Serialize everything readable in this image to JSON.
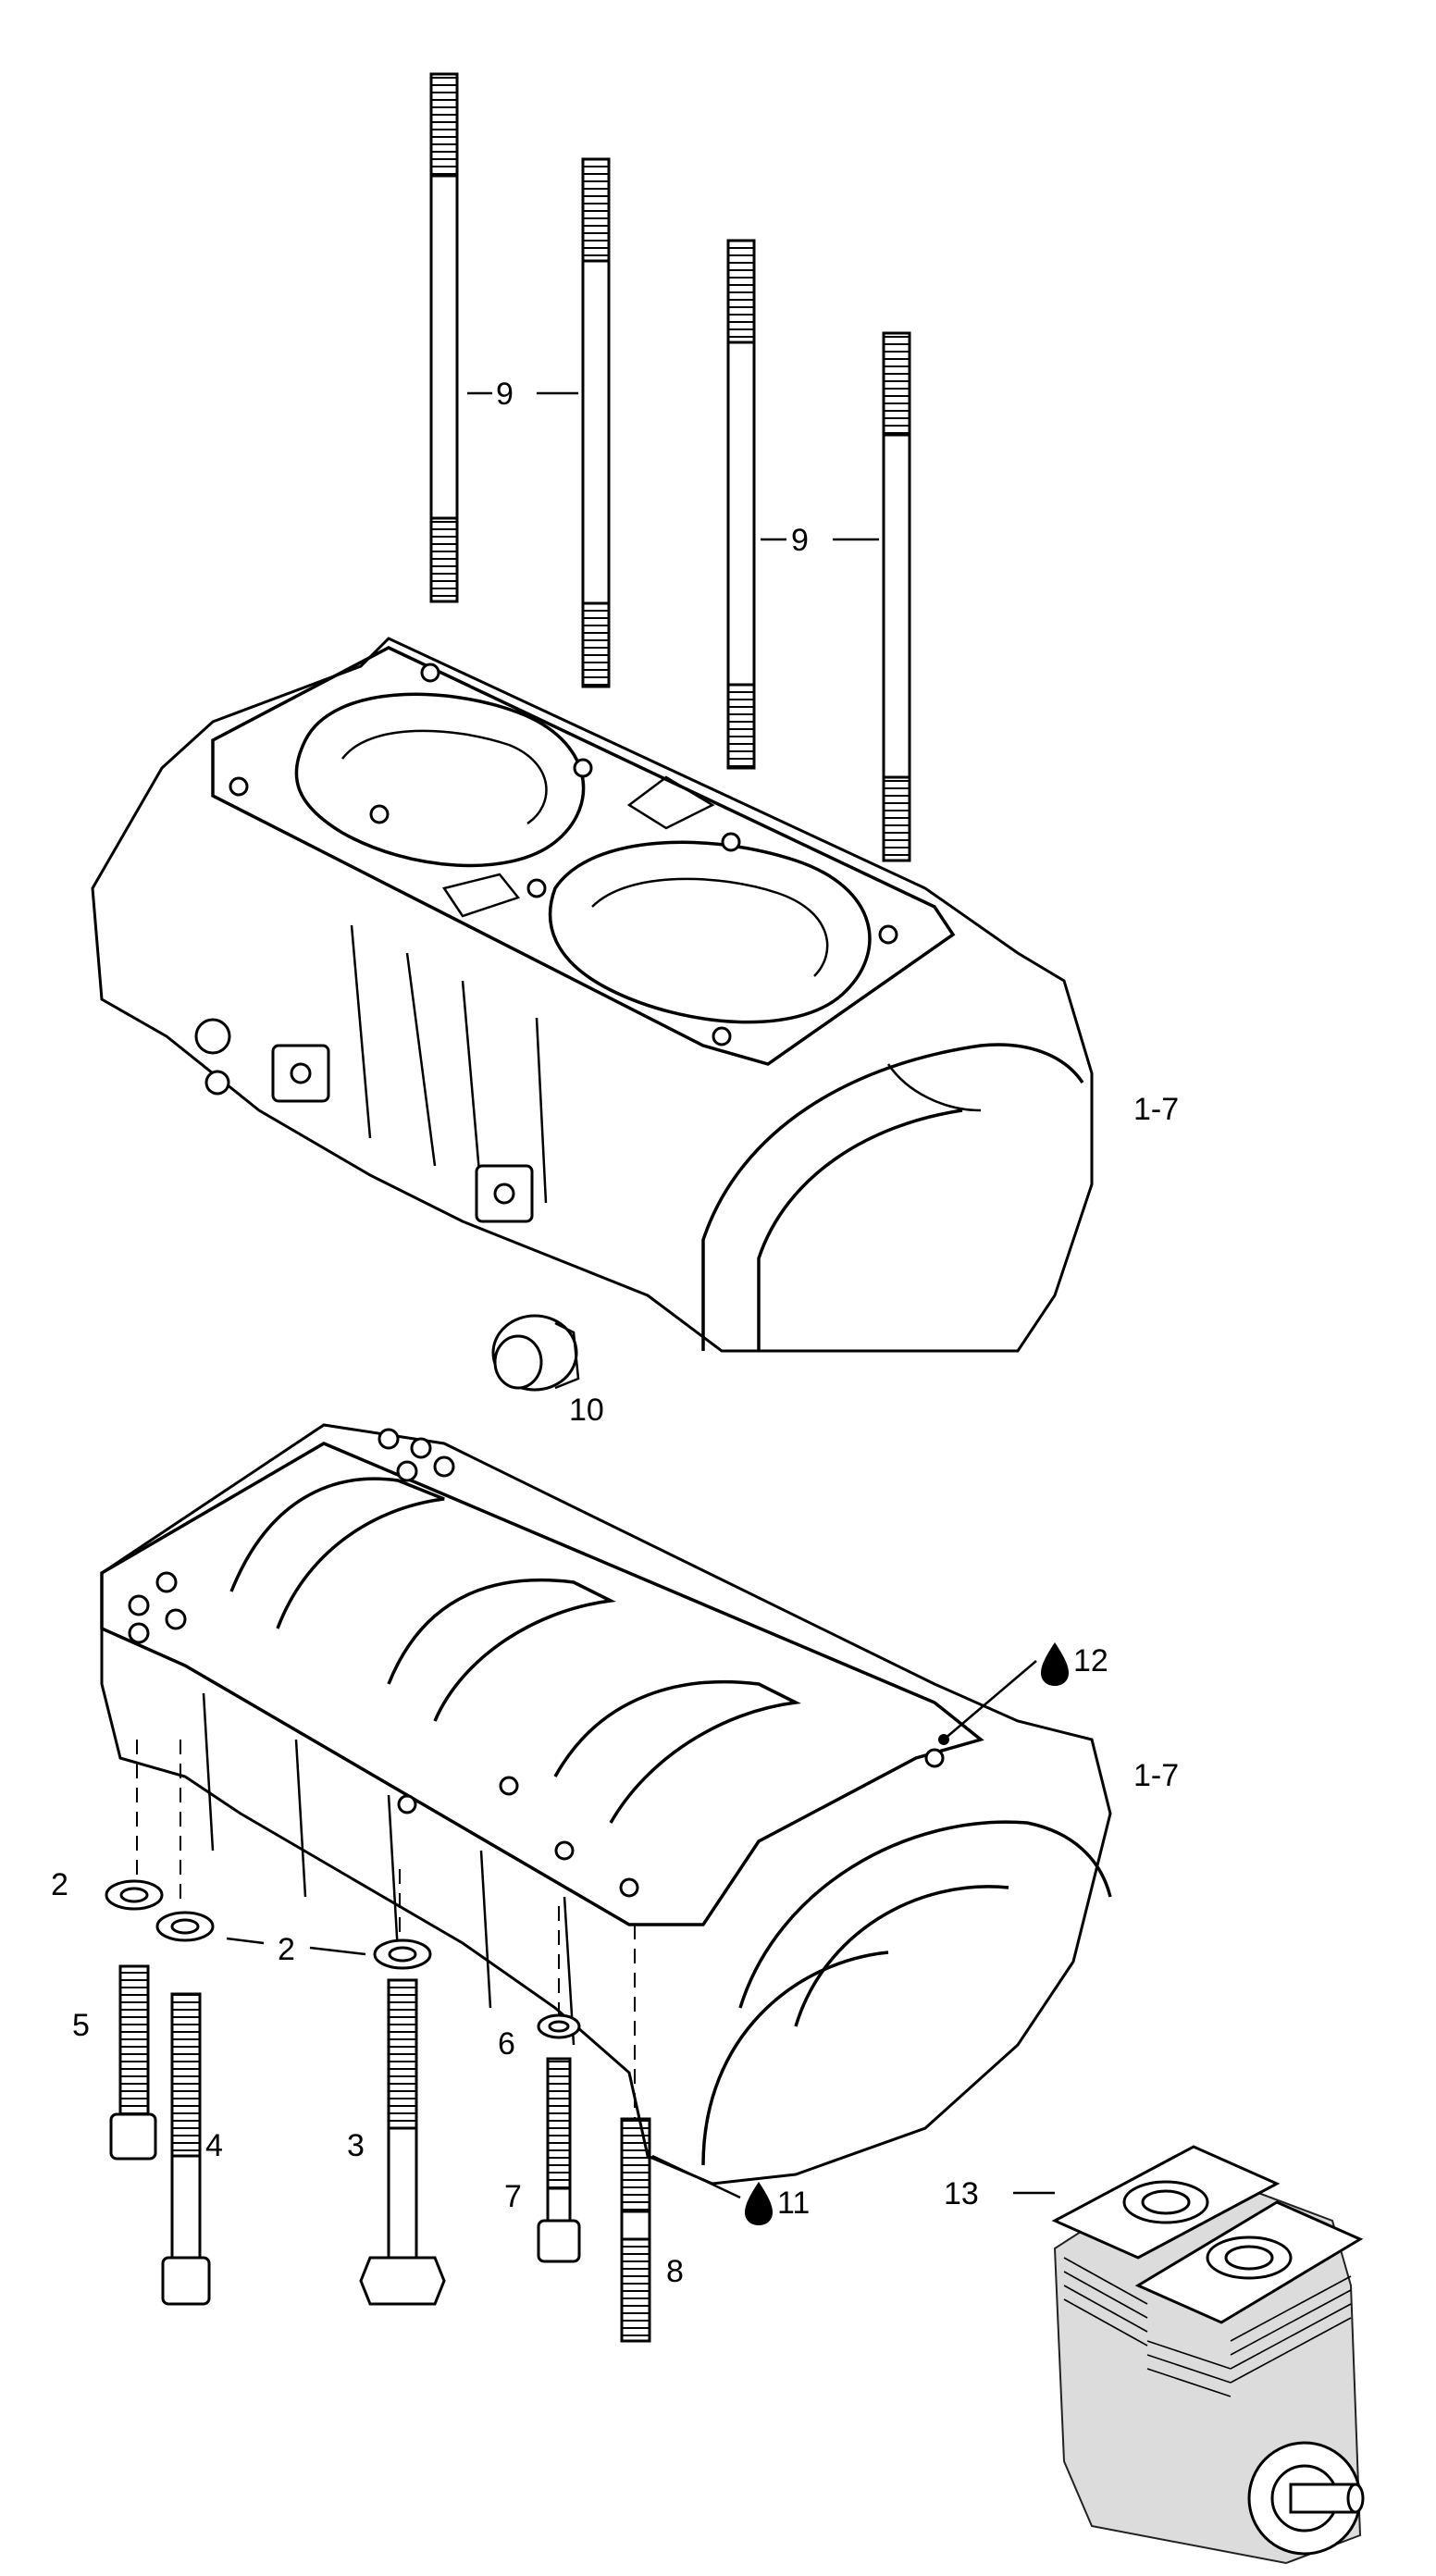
{
  "callouts": {
    "studs_upper_left": "9",
    "studs_upper_right": "9",
    "upper_crankcase": "1-7",
    "plug": "10",
    "drop_sealant_12": "12",
    "lower_crankcase": "1-7",
    "washer_left": "2",
    "washer_mid": "2",
    "screw_5": "5",
    "screw_4": "4",
    "bolt_3": "3",
    "washer_6": "6",
    "screw_7": "7",
    "stud_11": "11",
    "stud_8": "8",
    "engine_13": "13"
  },
  "icons": {
    "drop": "oil-drop-icon"
  },
  "colors": {
    "line": "#000000",
    "background": "#ffffff",
    "engine_shade": "#dcdcdc"
  }
}
